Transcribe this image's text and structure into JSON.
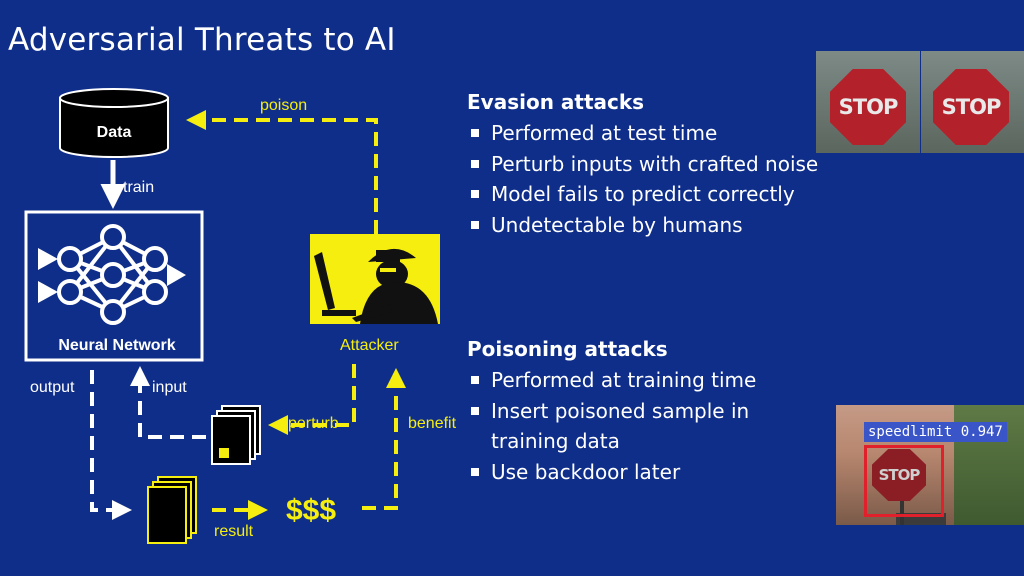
{
  "title": "Adversarial Threats to AI",
  "diagram": {
    "data_label": "Data",
    "train_label": "train",
    "network_label": "Neural Network",
    "poison_label": "poison",
    "attacker_label": "Attacker",
    "output_label": "output",
    "input_label": "input",
    "perturb_label": "perturb",
    "benefit_label": "benefit",
    "result_label": "result",
    "money": "$$$"
  },
  "evasion": {
    "heading": "Evasion attacks",
    "items": [
      "Performed at test time",
      "Perturb inputs with crafted noise",
      "Model fails to predict correctly",
      "Undetectable by humans"
    ]
  },
  "poisoning": {
    "heading": "Poisoning attacks",
    "items": [
      "Performed at training time",
      "Insert poisoned sample in training data",
      "Use backdoor later"
    ]
  },
  "images": {
    "stop_text": "STOP",
    "detection_label": "speedlimit 0.947"
  },
  "colors": {
    "background": "#0f2e8a",
    "accent_yellow": "#f5ee0e",
    "text": "#ffffff"
  }
}
